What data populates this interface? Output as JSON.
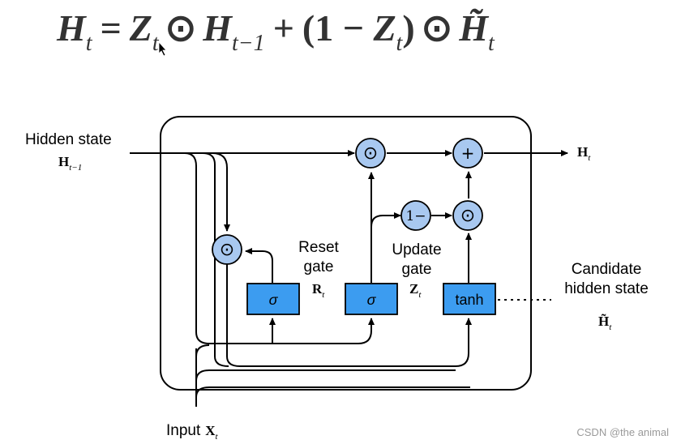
{
  "equation": {
    "H": "H",
    "t": "t",
    "eq": "=",
    "Z": "Z",
    "odot": "⊙",
    "tm1": "t−1",
    "plus": "+",
    "open": "(1 − ",
    "close": ")",
    "Htilde": "H̃"
  },
  "labels": {
    "hidden_state": "Hidden state",
    "h_prev_sym": "H",
    "h_prev_sub": "t−1",
    "output_sym": "H",
    "output_sub": "t",
    "reset_line1": "Reset",
    "reset_line2": "gate",
    "reset_sym": "R",
    "reset_sub": "t",
    "update_line1": "Update",
    "update_line2": "gate",
    "update_sym": "Z",
    "update_sub": "t",
    "candidate_line1": "Candidate",
    "candidate_line2": "hidden state",
    "candidate_sym": "H̃",
    "candidate_sub": "t",
    "input_text": "Input",
    "input_sym": "X",
    "input_sub": "t"
  },
  "boxes": {
    "reset_sigma": "σ",
    "update_sigma": "σ",
    "candidate_tanh": "tanh"
  },
  "nodes": {
    "odot": "⊙",
    "plus": "+",
    "one_minus": "1−"
  },
  "watermark": "CSDN @the animal",
  "colors": {
    "node_fill": "#a8c8f0",
    "box_fill": "#3c9cf0"
  }
}
